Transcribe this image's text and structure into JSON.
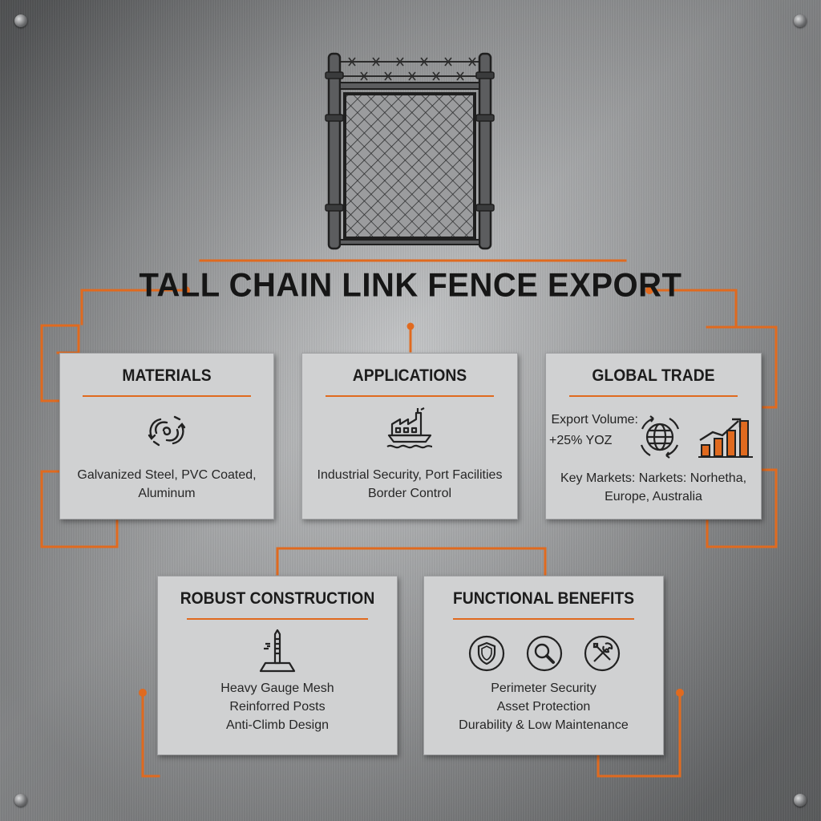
{
  "title": "TALL CHAIN LINK FENCE EXPORT",
  "colors": {
    "accent": "#e06a1f",
    "panel": "#d0d1d2",
    "text": "#1c1c1c"
  },
  "panels": {
    "materials": {
      "title": "MATERIALS",
      "icon": "swirl-arrows-icon",
      "lines": [
        "Galvanized Steel, PVC Coated,",
        "Aluminum"
      ]
    },
    "applications": {
      "title": "APPLICATIONS",
      "icon": "factory-port-icon",
      "lines": [
        "Industrial Security, Port Facilities",
        "Border Control"
      ]
    },
    "global_trade": {
      "title": "GLOBAL TRADE",
      "icons": [
        "globe-icon",
        "growth-chart-icon"
      ],
      "volume_label": "Export Volume:",
      "volume_value": "+25% YOZ",
      "lines": [
        "Key Markets: Narkets: Norhetha,",
        "Europe, Australia"
      ]
    },
    "robust_construction": {
      "title": "ROBUST CONSTRUCTION",
      "icon": "fence-post-icon",
      "lines": [
        "Heavy Gauge Mesh",
        "Reinforred Posts",
        "Anti-Climb Design"
      ]
    },
    "functional_benefits": {
      "title": "FUNCTIONAL BENEFITS",
      "icons": [
        "shield-icon",
        "magnifier-icon",
        "tools-icon"
      ],
      "lines": [
        "Perimeter Security",
        "Asset Protection",
        "Durability & Low Maintenance"
      ]
    }
  }
}
